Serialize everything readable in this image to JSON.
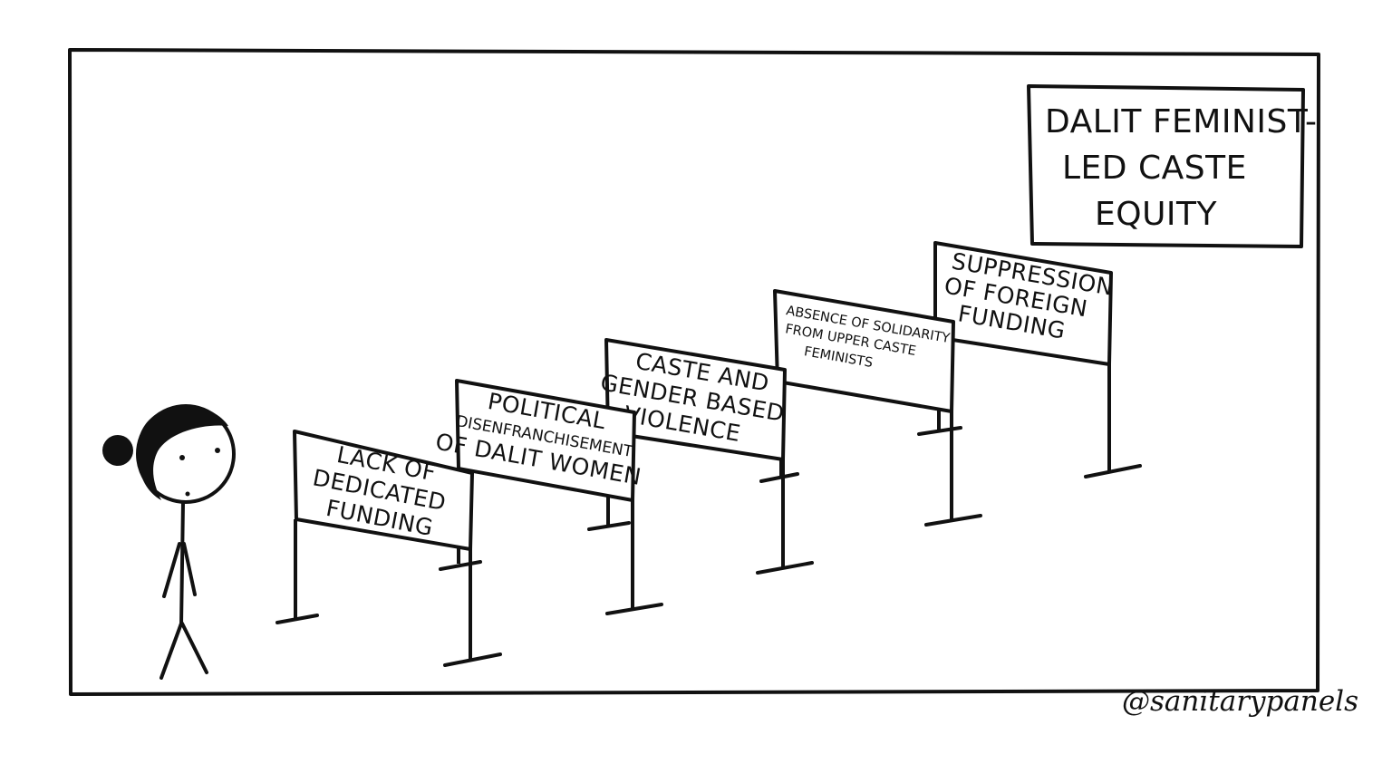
{
  "goal": {
    "lines": [
      "DALIT FEMINIST-",
      "LED CASTE",
      "EQUITY"
    ]
  },
  "hurdles": [
    {
      "lines": [
        "LACK OF",
        "DEDICATED",
        "FUNDING"
      ]
    },
    {
      "lines": [
        "POLITICAL",
        "DISENFRANCHISEMENT",
        "OF DALIT WOMEN"
      ]
    },
    {
      "lines": [
        "CASTE AND",
        "GENDER BASED",
        "VIOLENCE"
      ]
    },
    {
      "lines": [
        "ABSENCE OF SOLIDARITY",
        "FROM UPPER CASTE",
        "FEMINISTS"
      ]
    },
    {
      "lines": [
        "SUPPRESSION",
        "OF FOREIGN",
        "FUNDING"
      ]
    }
  ],
  "credit": "@sanitarypanels",
  "colors": {
    "ink": "#111111",
    "paper": "#ffffff"
  }
}
